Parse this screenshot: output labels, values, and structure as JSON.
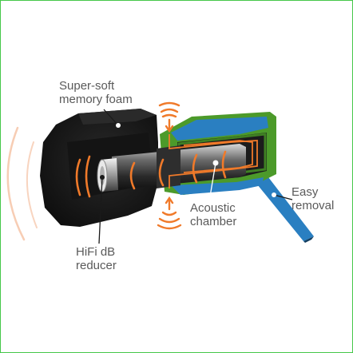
{
  "labels": {
    "memory_foam": [
      "Super-soft",
      "memory foam"
    ],
    "hifi_reducer": [
      "HiFi dB",
      "reducer"
    ],
    "acoustic_chamber": [
      "Acoustic",
      "chamber"
    ],
    "easy_removal": [
      "Easy",
      "removal"
    ]
  },
  "colors": {
    "frame_border": "#46c84a",
    "foam": "#161616",
    "housing_green": "#4c9a2a",
    "housing_blue": "#2a7fc1",
    "channel_grey": "#3a3a3a",
    "sound_waves": "#f07a2a",
    "leader_lines": "#1a1a1a",
    "text": "#5a5a5a"
  }
}
